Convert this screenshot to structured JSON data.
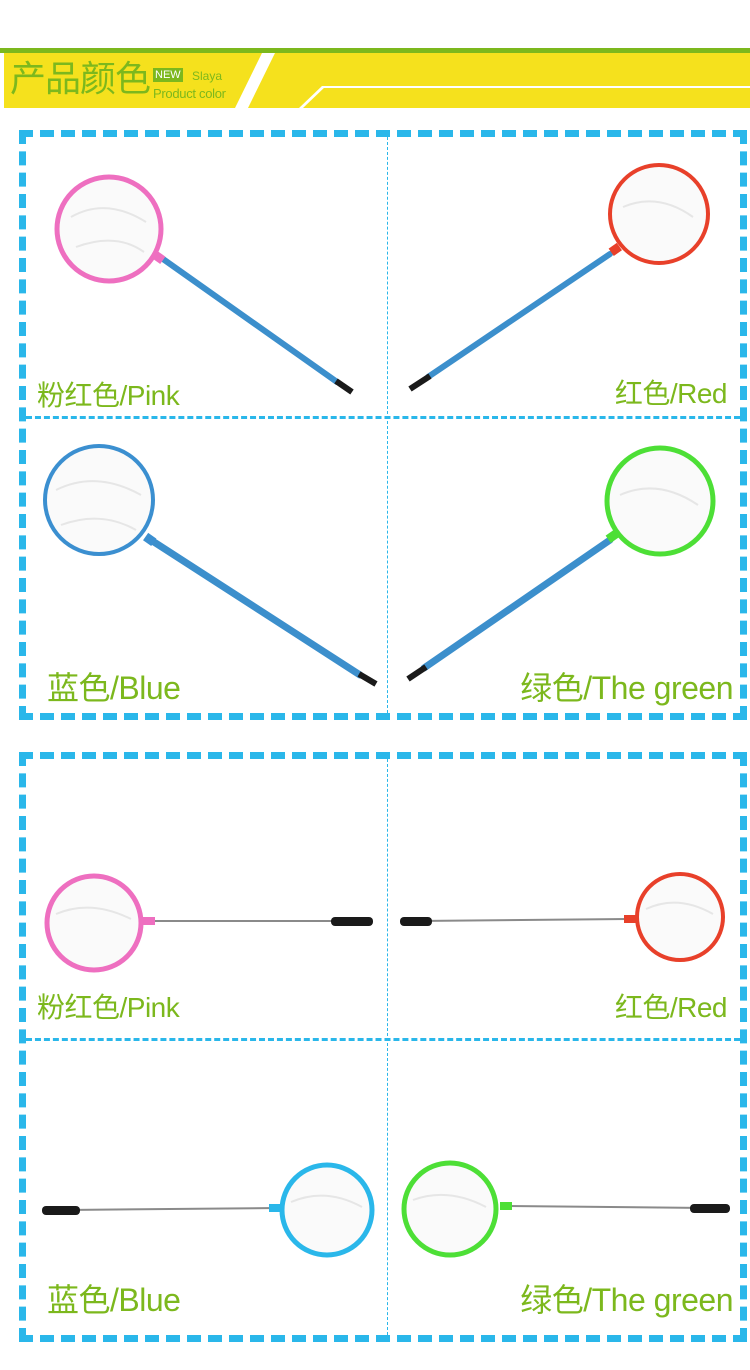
{
  "header": {
    "title": "产品颜色",
    "badge": "NEW",
    "brand": "Slaya",
    "subtitle": "Product color"
  },
  "colors": {
    "accent_green": "#7cb81d",
    "banner_yellow": "#f5e11d",
    "dash_blue": "#2ab7ea",
    "pink": "#ee6fc0",
    "red": "#e8402a",
    "blue": "#3b8fd0",
    "green": "#4ddf36",
    "pole_blue": "#3c8fcc"
  },
  "panel_top": {
    "pink_label": "粉红色/Pink",
    "red_label": "红色/Red",
    "blue_label": "蓝色/Blue",
    "green_label": "绿色/The green"
  },
  "panel_bottom": {
    "pink_label": "粉红色/Pink",
    "red_label": "红色/Red",
    "blue_label": "蓝色/Blue",
    "green_label": "绿色/The green"
  }
}
